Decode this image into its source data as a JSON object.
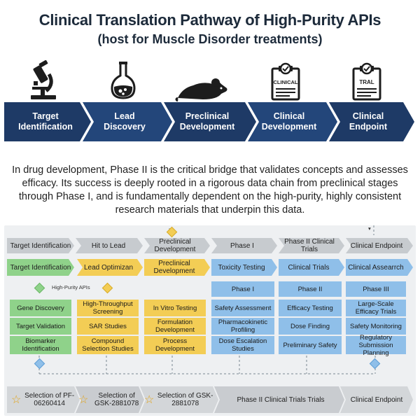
{
  "title": "Clinical Translation Pathway of High-Purity APIs",
  "subtitle": "(host for Muscle Disorder treatments)",
  "banner": {
    "stages": [
      {
        "label": "Target Identification"
      },
      {
        "label": "Lead Discovery"
      },
      {
        "label": "Preclinical Development"
      },
      {
        "label": "Clinical Development"
      },
      {
        "label": "Clinical Endpoint"
      }
    ],
    "icons": {
      "clipboard_1_text": "CLINICAL",
      "clipboard_2_text": "TRAL"
    }
  },
  "paragraph": "In drug development, Phase II is the critical bridge that validates concepts and assesses efficacy. Its success is deeply rooted in a rigorous data chain from preclinical stages through Phase I, and is fundamentally dependent on the high-purity, highly consistent research materials that underpin this data.",
  "board": {
    "header": [
      "Target Identification",
      "Hit to Lead",
      "Preclinical Development",
      "Phase I",
      "Phase II Clinical Trials",
      "Clinical Endpoint"
    ],
    "row2": [
      "Target Identification",
      "Lead Optimizan",
      "Preclinical Development",
      "Toxicity Testing",
      "Clinical Trials",
      "Clinical Assearrch"
    ],
    "high_purity_label": "High-Purity APIs",
    "phase_labels": [
      "Phase I",
      "Phase II",
      "Phase III"
    ],
    "col1": [
      "Gene Discovery",
      "Target Validation",
      "Biomarker Identification"
    ],
    "col2": [
      "High-Throughput Screening",
      "SAR Studies",
      "Compound Selection Studies"
    ],
    "col3": [
      "In Vitro Testing",
      "Formulation Development",
      "Process Development"
    ],
    "col4": [
      "Safety Assessment",
      "Pharmacokinetic Profiling",
      "Dose Escalation Studies"
    ],
    "col5": [
      "Efficacy Testing",
      "Dose Finding",
      "Preliminary Safety"
    ],
    "col6": [
      "Large-Scale Efficacy Trials",
      "Safety Monitoring",
      "Regulatory Submission Planning"
    ],
    "bottom": [
      "Selection of PF-06260414",
      "Selection of GSK-2881078",
      "Selection of GSK-2881078",
      "Phase II Clinical Trials Trials",
      "Clinical Endpoint"
    ]
  },
  "colors": {
    "navy": "#1e3a66",
    "green": "#8fd28a",
    "yellow": "#f3cd55",
    "blue": "#8fbfe9",
    "gray": "#c7cbcf"
  },
  "icon_names": [
    "microscope-icon",
    "flask-icon",
    "mouse-icon",
    "clipboard-icon",
    "clipboard-icon",
    "star-icon"
  ]
}
